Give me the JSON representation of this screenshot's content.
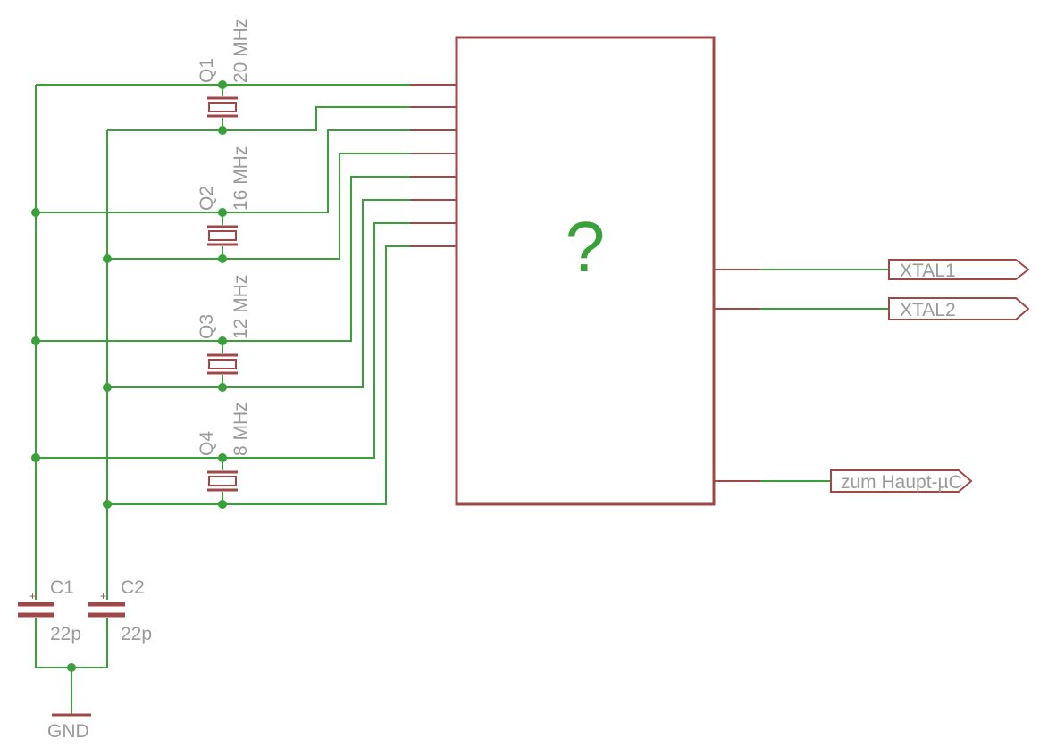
{
  "crystals": [
    {
      "ref": "Q1",
      "value": "20 MHz"
    },
    {
      "ref": "Q2",
      "value": "16 MHz"
    },
    {
      "ref": "Q3",
      "value": "12 MHz"
    },
    {
      "ref": "Q4",
      "value": "8 MHz"
    }
  ],
  "capacitors": [
    {
      "ref": "C1",
      "value": "22p"
    },
    {
      "ref": "C2",
      "value": "22p"
    }
  ],
  "ground": {
    "label": "GND"
  },
  "unknown_block": {
    "label": "?"
  },
  "net_labels": {
    "xtal1": "XTAL1",
    "xtal2": "XTAL2",
    "main_uc": "zum Haupt-µC"
  },
  "colors": {
    "wire": "#3aa03a",
    "component": "#a04848",
    "text": "#9a9a9a"
  }
}
